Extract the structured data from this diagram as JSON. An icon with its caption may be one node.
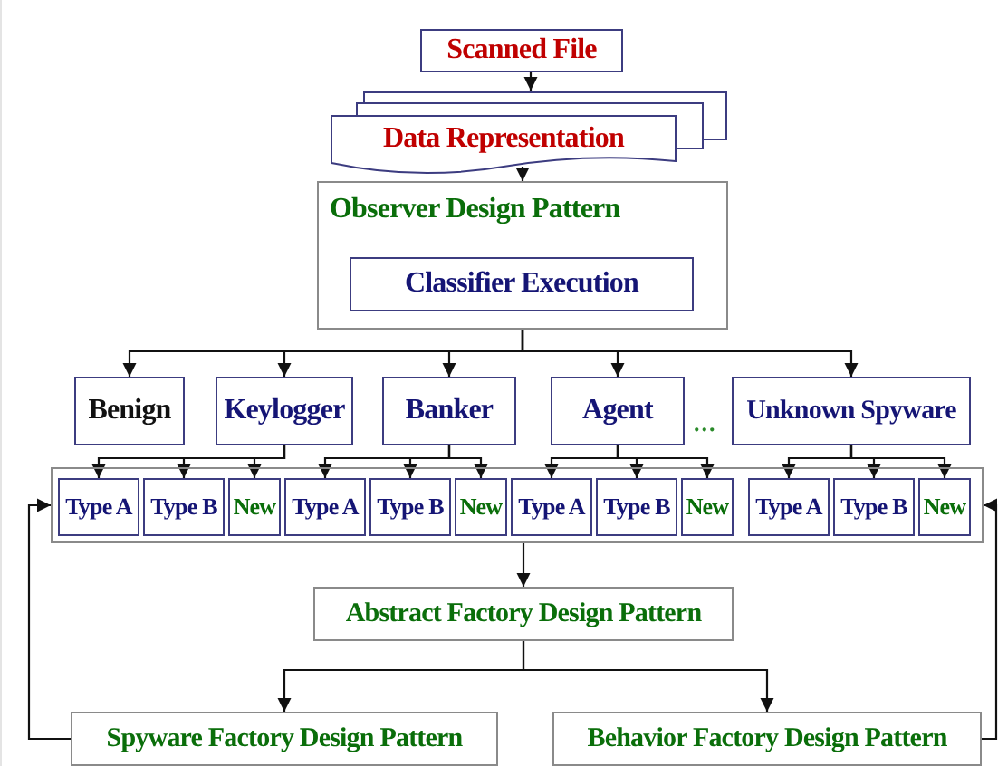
{
  "diagram": {
    "nodes": [
      {
        "text": [
          "Scanned File"
        ]
      },
      {
        "text": [
          "Data Representation"
        ]
      },
      {
        "text": [
          "Observer Design Pattern"
        ]
      },
      {
        "text": [
          "Classifier Execution"
        ],
        "in": 2
      },
      {
        "text": [
          "Benign"
        ]
      },
      {
        "text": [
          "Keylogger"
        ]
      },
      {
        "text": [
          "Banker"
        ]
      },
      {
        "text": [
          "Agent"
        ]
      },
      {
        "text": [
          "Unknown Spyware"
        ]
      },
      {
        "text": [],
        "shape": "box"
      },
      {
        "text": [
          "Type A"
        ],
        "in": 9
      },
      {
        "text": [
          "Type B"
        ],
        "in": 9
      },
      {
        "text": [
          "New"
        ],
        "in": 9
      },
      {
        "text": [
          "Type A"
        ],
        "in": 9
      },
      {
        "text": [
          "Type B"
        ],
        "in": 9
      },
      {
        "text": [
          "New"
        ],
        "in": 9
      },
      {
        "text": [
          "Type A"
        ],
        "in": 9
      },
      {
        "text": [
          "Type B"
        ],
        "in": 9
      },
      {
        "text": [
          "New"
        ],
        "in": 9
      },
      {
        "text": [
          "Type A"
        ],
        "in": 9
      },
      {
        "text": [
          "Type B"
        ],
        "in": 9
      },
      {
        "text": [
          "New"
        ],
        "in": 9
      },
      {
        "text": [
          "Abstract Factory Design Pattern"
        ]
      },
      {
        "text": [
          "Spyware Factory Design Pattern"
        ]
      },
      {
        "text": [
          "Behavior Factory Design Pattern"
        ]
      }
    ],
    "edges": [
      {
        "from": 0,
        "to": 1,
        "arrow": "to"
      },
      {
        "from": 1,
        "to": 2,
        "arrow": "to"
      },
      {
        "from": 2,
        "to": 4,
        "arrow": "to"
      },
      {
        "from": 2,
        "to": 5,
        "arrow": "to"
      },
      {
        "from": 2,
        "to": 6,
        "arrow": "to"
      },
      {
        "from": 2,
        "to": 7,
        "arrow": "to"
      },
      {
        "from": 2,
        "to": 8,
        "arrow": "to"
      },
      {
        "from": 5,
        "to": 10,
        "arrow": "to"
      },
      {
        "from": 5,
        "to": 11,
        "arrow": "to"
      },
      {
        "from": 5,
        "to": 12,
        "arrow": "to"
      },
      {
        "from": 6,
        "to": 13,
        "arrow": "to"
      },
      {
        "from": 6,
        "to": 14,
        "arrow": "to"
      },
      {
        "from": 6,
        "to": 15,
        "arrow": "to"
      },
      {
        "from": 7,
        "to": 16,
        "arrow": "to"
      },
      {
        "from": 7,
        "to": 17,
        "arrow": "to"
      },
      {
        "from": 7,
        "to": 18,
        "arrow": "to"
      },
      {
        "from": 8,
        "to": 19,
        "arrow": "to"
      },
      {
        "from": 8,
        "to": 20,
        "arrow": "to"
      },
      {
        "from": 8,
        "to": 21,
        "arrow": "to"
      },
      {
        "from": 9,
        "to": 22,
        "arrow": "to"
      },
      {
        "from": 22,
        "to": 23,
        "arrow": "to"
      },
      {
        "from": 22,
        "to": 24,
        "arrow": "to"
      },
      {
        "from": 23,
        "to": 9,
        "arrow": "to"
      },
      {
        "from": 24,
        "to": 9,
        "arrow": "to"
      }
    ],
    "labels": [
      "..."
    ]
  }
}
